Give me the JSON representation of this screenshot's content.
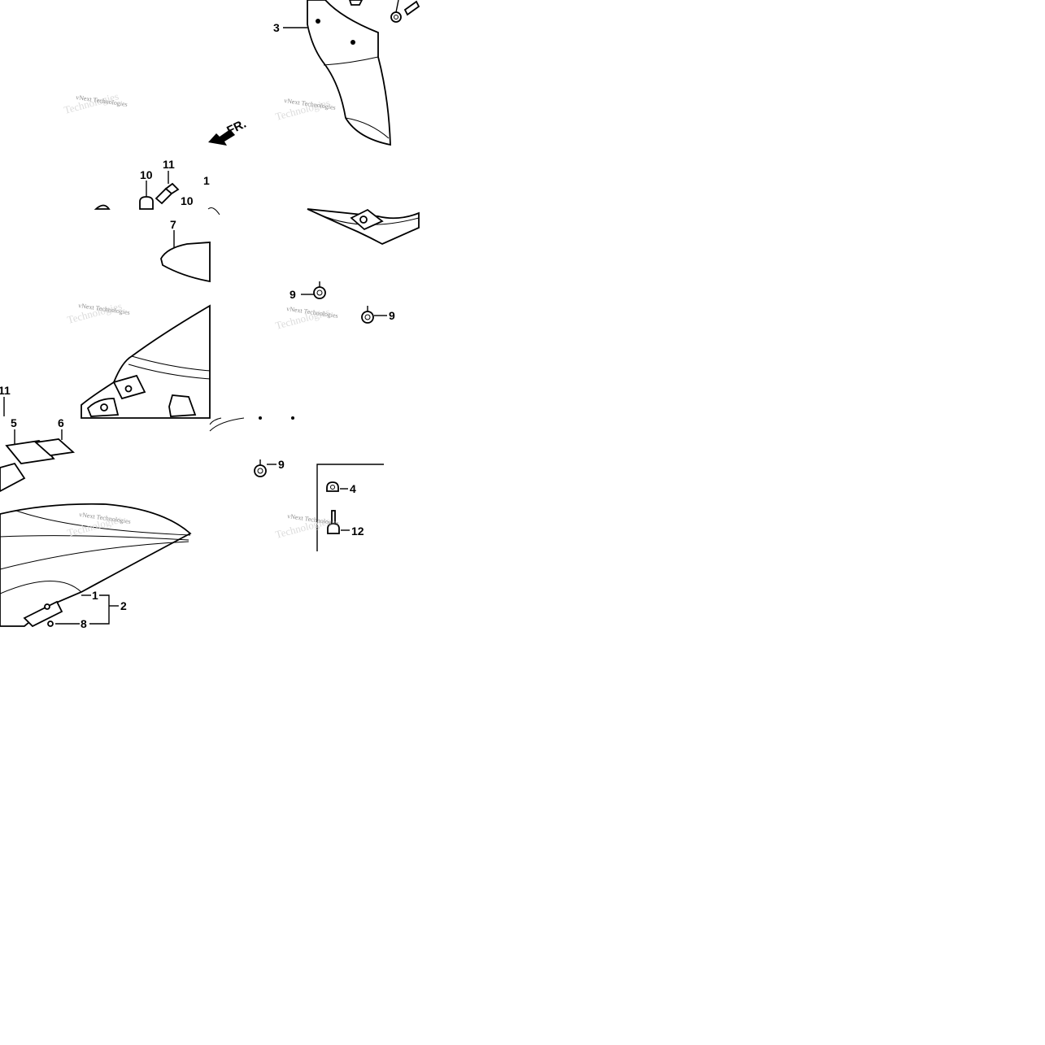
{
  "watermark": {
    "text": "vNext Technologies",
    "echo": "Technologies"
  },
  "front_arrow": {
    "label": "FR."
  },
  "callouts": [
    {
      "id": "c3",
      "text": "3"
    },
    {
      "id": "c10a",
      "text": "10"
    },
    {
      "id": "c11a",
      "text": "11"
    },
    {
      "id": "c10b",
      "text": "10"
    },
    {
      "id": "c1a",
      "text": "1"
    },
    {
      "id": "c7",
      "text": "7"
    },
    {
      "id": "c9a",
      "text": "9"
    },
    {
      "id": "c9b",
      "text": "9"
    },
    {
      "id": "c11b",
      "text": "11"
    },
    {
      "id": "c5",
      "text": "5"
    },
    {
      "id": "c6",
      "text": "6"
    },
    {
      "id": "c9c",
      "text": "9"
    },
    {
      "id": "c4",
      "text": "4"
    },
    {
      "id": "c12",
      "text": "12"
    },
    {
      "id": "c1b",
      "text": "1"
    },
    {
      "id": "c2",
      "text": "2"
    },
    {
      "id": "c8",
      "text": "8"
    }
  ]
}
